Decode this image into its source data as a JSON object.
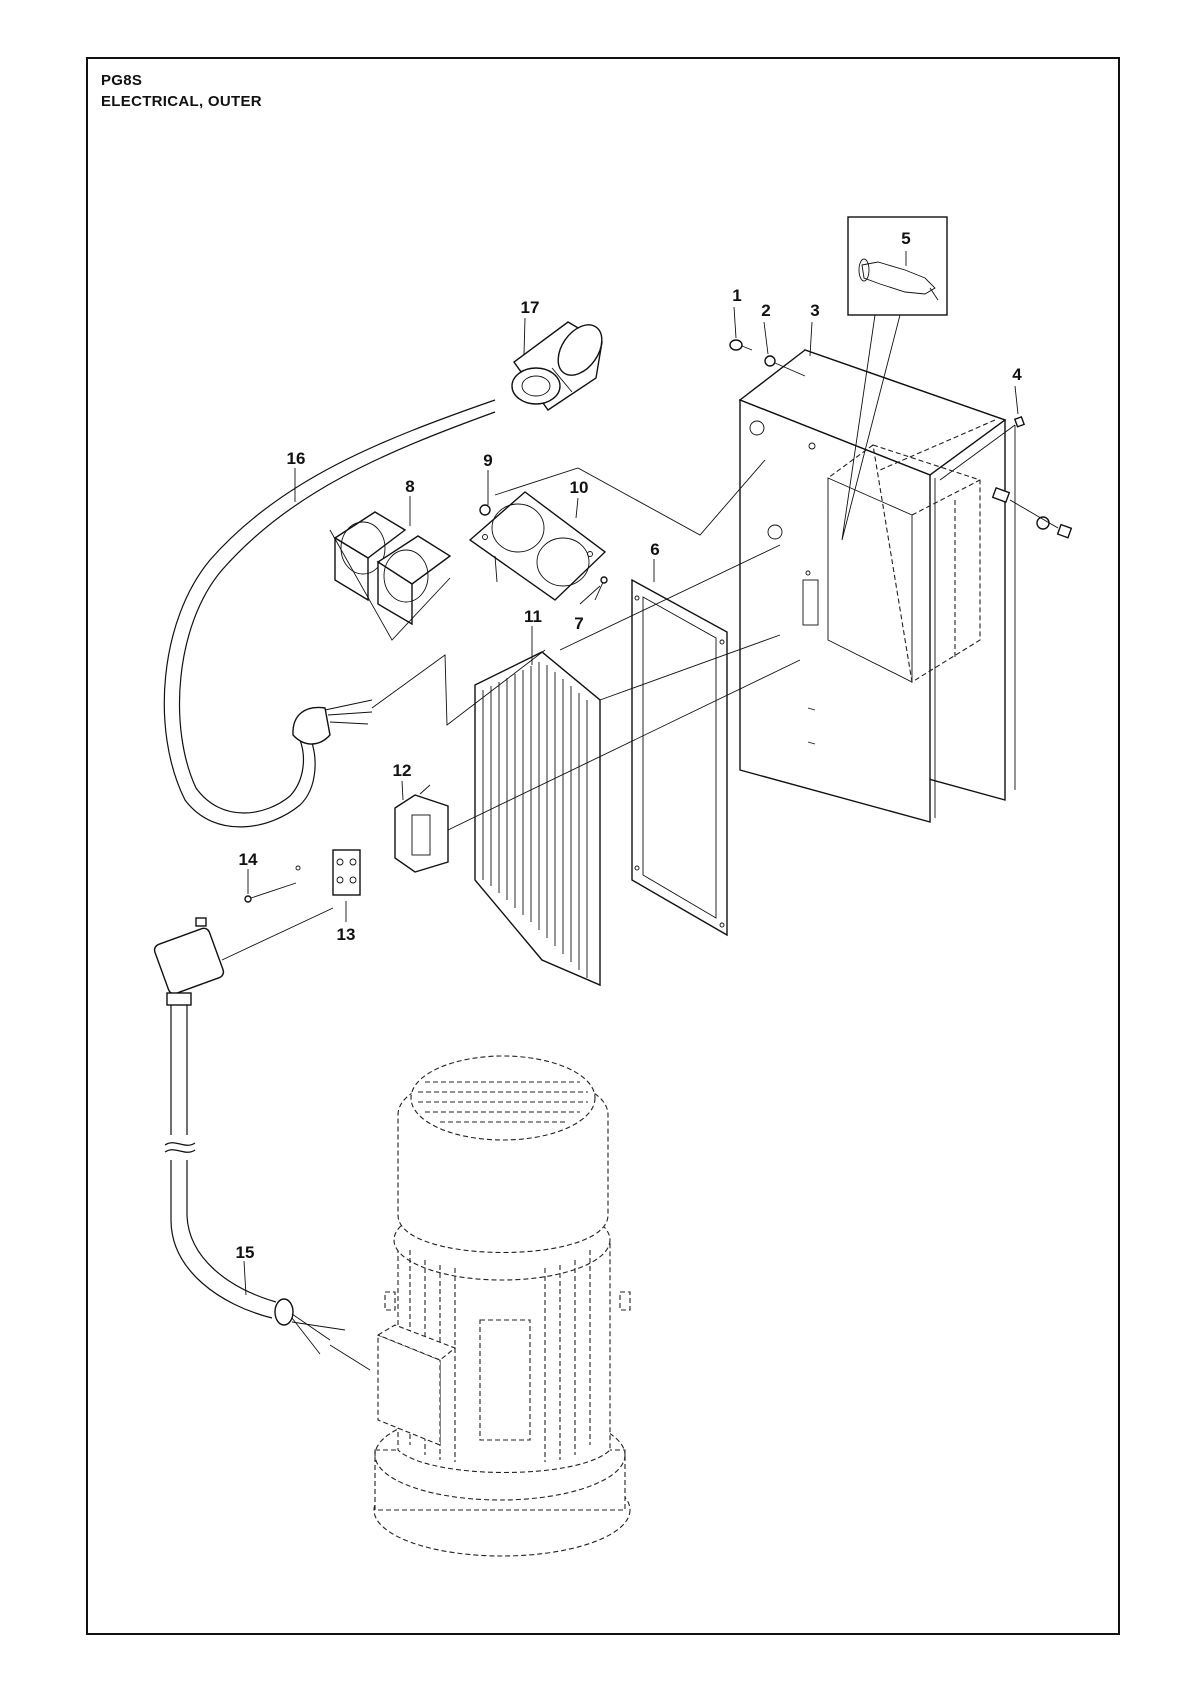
{
  "header": {
    "model": "PG8S",
    "section_title": "ELECTRICAL, OUTER"
  },
  "callouts": {
    "c1": "1",
    "c2": "2",
    "c3": "3",
    "c4": "4",
    "c5": "5",
    "c6": "6",
    "c7": "7",
    "c8": "8",
    "c9": "9",
    "c10": "10",
    "c11": "11",
    "c12": "12",
    "c13": "13",
    "c14": "14",
    "c15": "15",
    "c16": "16",
    "c17": "17"
  }
}
